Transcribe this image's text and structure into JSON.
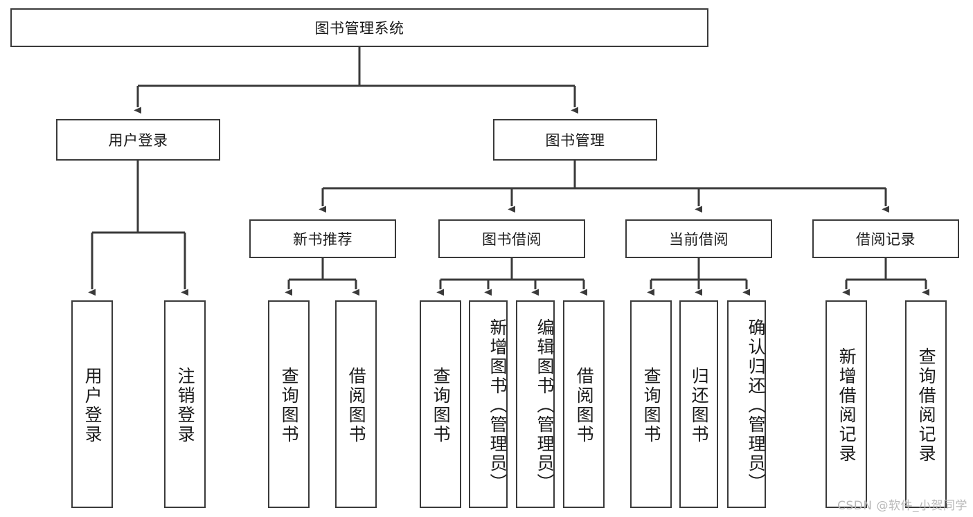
{
  "diagram": {
    "type": "hierarchy-tree",
    "title": "图书管理系统",
    "orientation": "top-down",
    "stroke_color": "#3a3a3a",
    "fill_color": "#ffffff",
    "text_color": "#1a1a1a",
    "root": {
      "label": "图书管理系统"
    },
    "level1": [
      {
        "label": "用户登录"
      },
      {
        "label": "图书管理"
      }
    ],
    "level2": [
      {
        "label": "新书推荐",
        "parent": "图书管理"
      },
      {
        "label": "图书借阅",
        "parent": "图书管理"
      },
      {
        "label": "当前借阅",
        "parent": "图书管理"
      },
      {
        "label": "借阅记录",
        "parent": "图书管理"
      }
    ],
    "leaves": {
      "user_login": [
        {
          "label": "用户登录"
        },
        {
          "label": "注销登录"
        }
      ],
      "new_book_recommend": [
        {
          "label": "查询图书"
        },
        {
          "label": "借阅图书"
        }
      ],
      "book_borrow": [
        {
          "label": "查询图书"
        },
        {
          "label": "新增图书（管理员）"
        },
        {
          "label": "编辑图书（管理员）"
        },
        {
          "label": "借阅图书"
        }
      ],
      "current_borrow": [
        {
          "label": "查询图书"
        },
        {
          "label": "归还图书"
        },
        {
          "label": "确认归还（管理员）"
        }
      ],
      "borrow_record": [
        {
          "label": "新增借阅记录"
        },
        {
          "label": "查询借阅记录"
        }
      ]
    }
  },
  "watermark": {
    "text": "CSDN @软件_小贺同学"
  }
}
